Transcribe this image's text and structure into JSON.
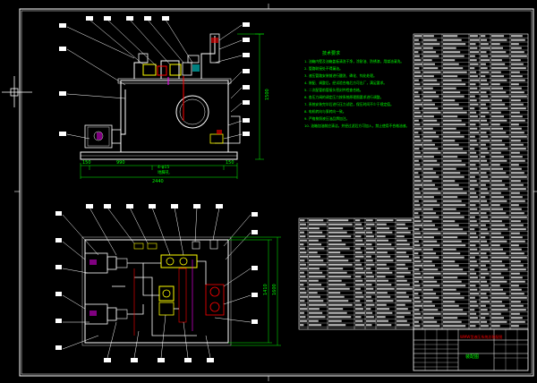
{
  "title_block": {
    "drawing_title": "WMW型液压系统总装配图",
    "drawing_name": "装配图"
  },
  "dimensions": {
    "width_top": "2440",
    "left_offset": "150",
    "mid_span": "990",
    "right_offset": "150",
    "height_side": "1500",
    "height_plan_a": "1410",
    "height_plan_b": "1600",
    "base_note": "4-φ15",
    "base_note_2": "地脚孔"
  },
  "notes": {
    "heading": "技术要求",
    "lines": [
      "1. 油箱内壁及油箱盖板清洗干净，涂耐油、防锈漆，用煤油清洗。",
      "2. 管路联接处不得漏油。",
      "3. 液压管路安装前进行酸洗、磷化、钝化处理。",
      "4. 装配、调整后，经试验合格后方可出厂，满足要求。",
      "5. 二次配管前管接头密封件检查合格。",
      "6. 各压力阀的调定压力按系统原理图要求进行调整。",
      "7. 系统安装完毕后进行压力试验，保压时间不少于规定值。",
      "8. 电机转向与泵转向一致。",
      "9. 严格按照液压油品牌加注。",
      "10. 油箱加油前应清洁，并经过滤后方可加入，禁止使用不合格油液。"
    ]
  },
  "colors": {
    "background": "#000000",
    "line": "#ffffff",
    "dimension": "#00ff00",
    "accent": "#ff0000",
    "valve": "#ffff00",
    "cyan": "#00ffff",
    "magenta": "#ff00ff"
  }
}
